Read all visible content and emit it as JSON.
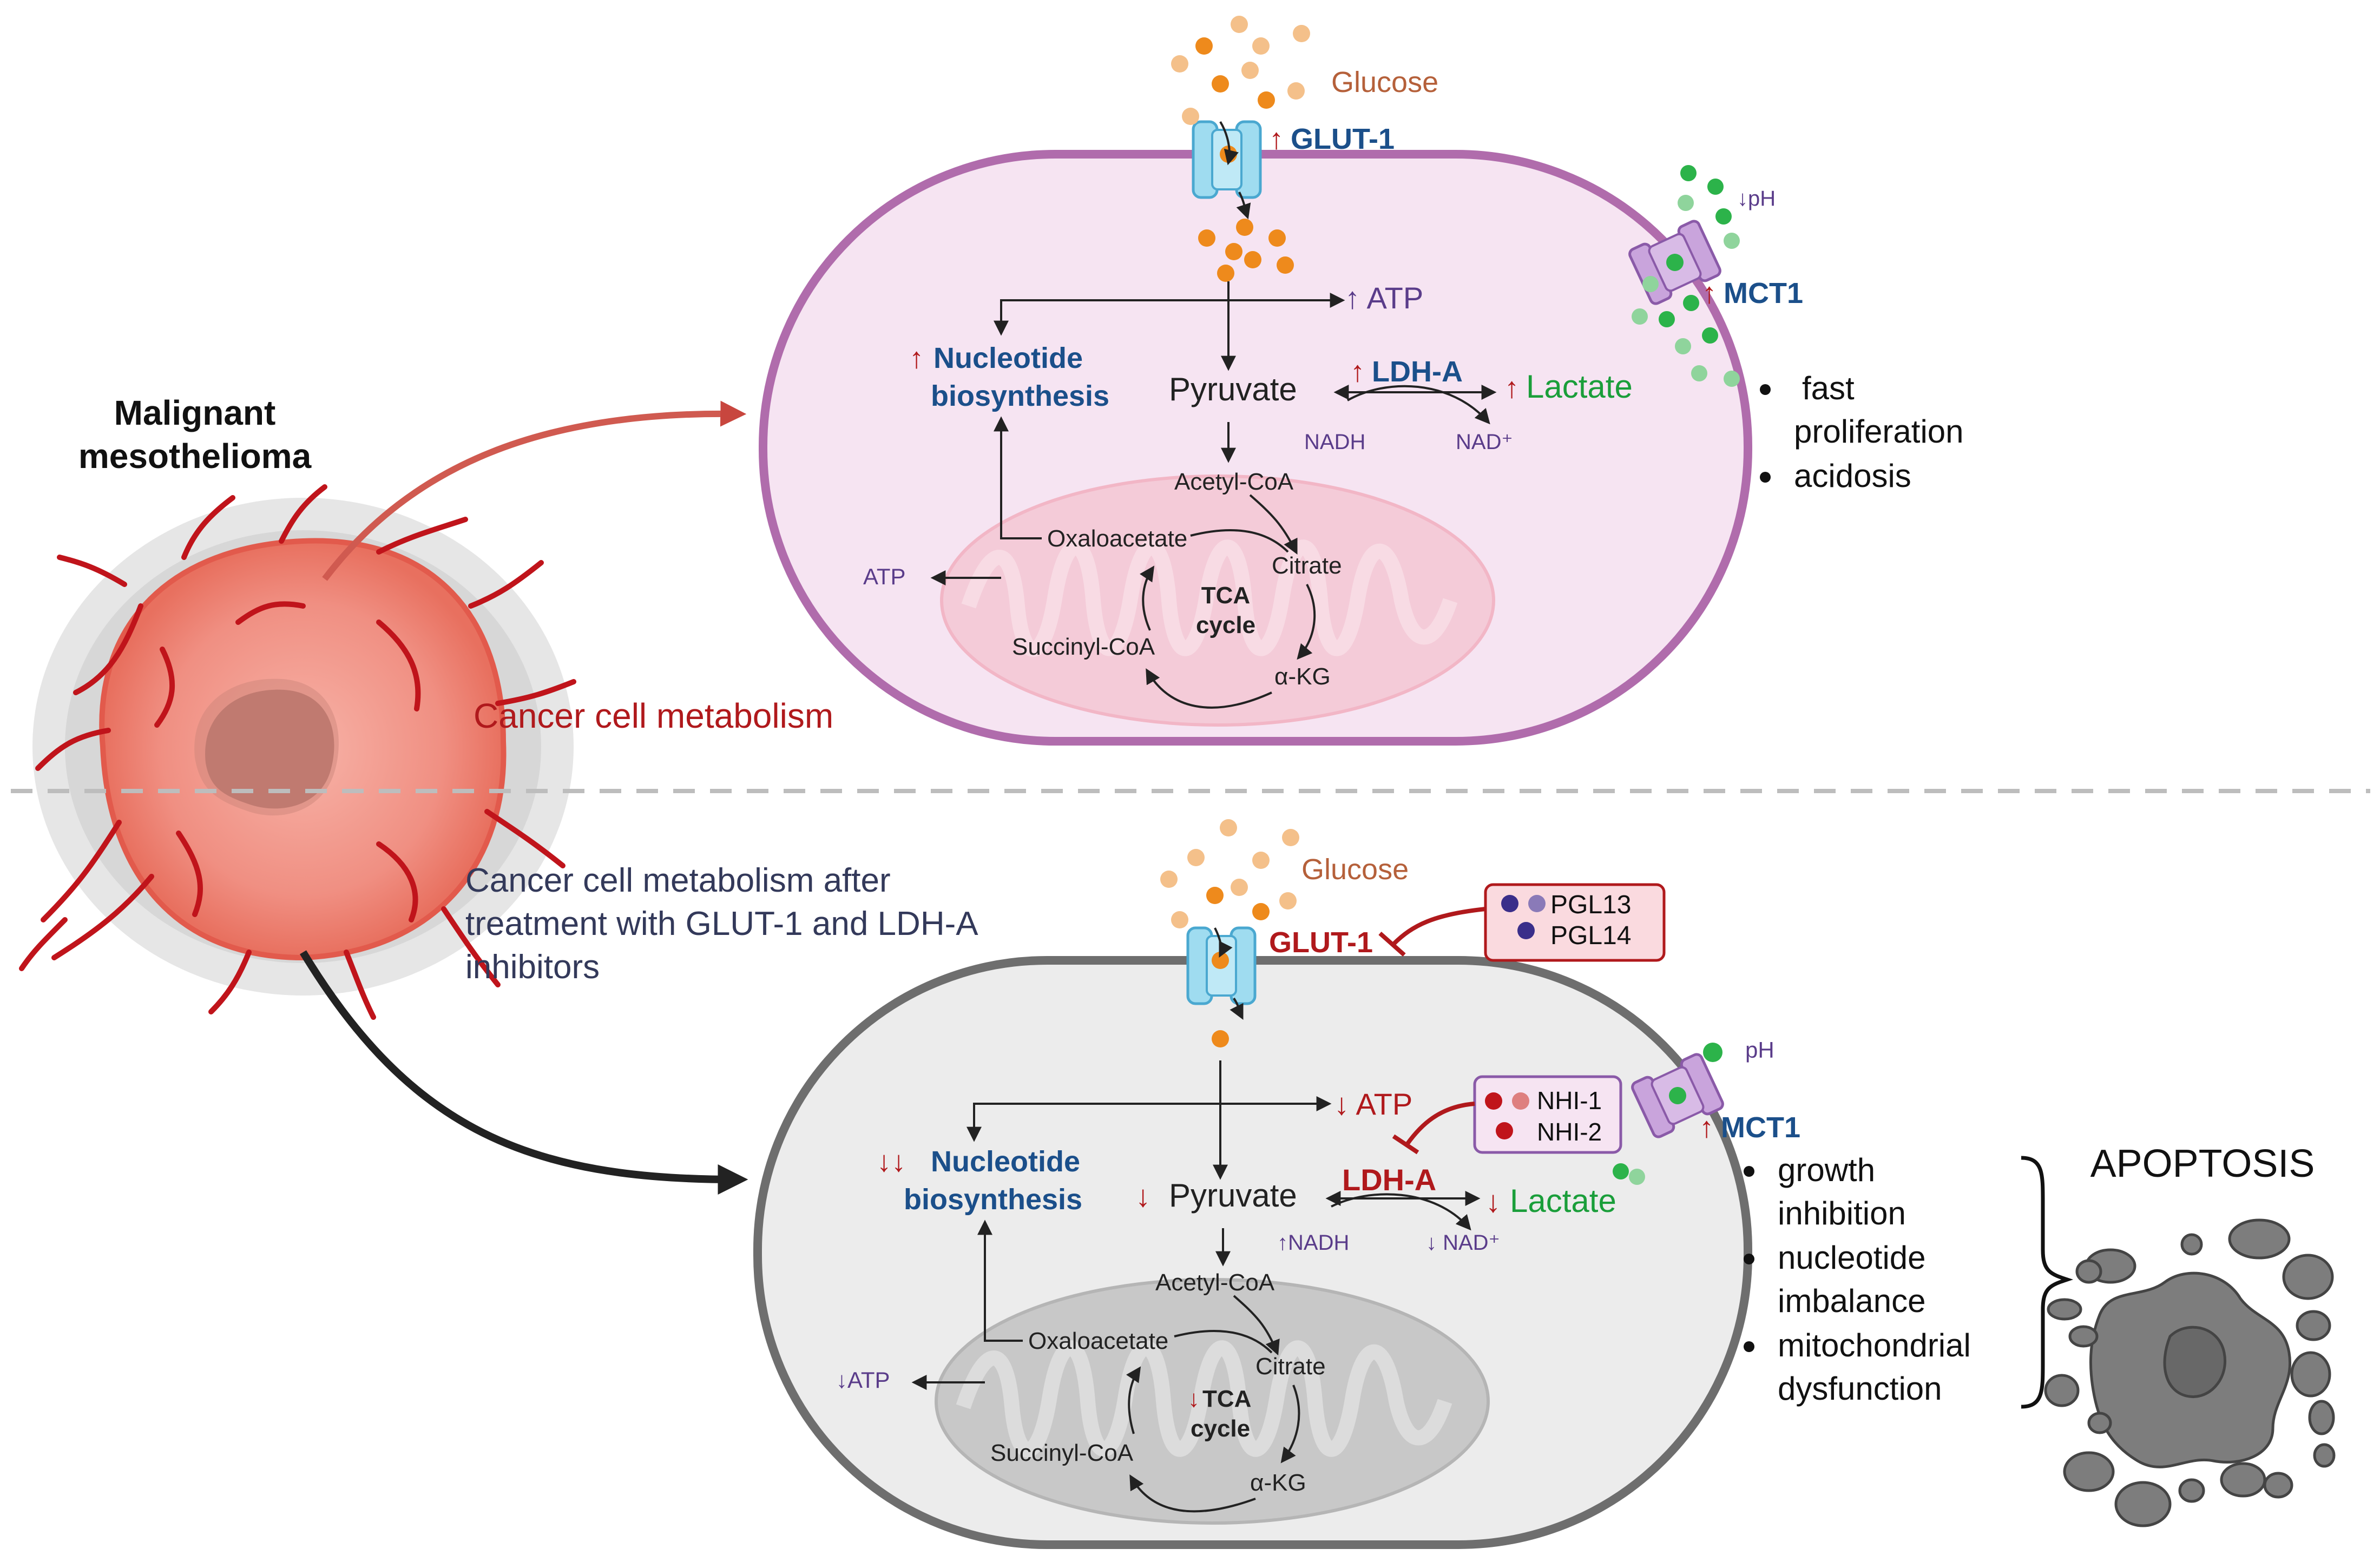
{
  "colors": {
    "red": "#b0191c",
    "blue": "#1b4f8a",
    "green": "#1a9e3a",
    "purple": "#5a3c8a",
    "glucose": "#b5603a",
    "dark": "#222222"
  },
  "left": {
    "title_line1": "Malignant",
    "title_line2": "mesothelioma",
    "upper_caption": "Cancer cell metabolism",
    "lower_caption_line1": "Cancer cell metabolism after",
    "lower_caption_line2": "treatment with GLUT-1 and LDH-A",
    "lower_caption_line3": "inhibitors"
  },
  "top": {
    "glucose": "Glucose",
    "glut1_arrow": "↑",
    "glut1": "GLUT-1",
    "ph": "↓pH",
    "mct1_arrow": "↑",
    "mct1": "MCT1",
    "atp_up": "↑ ATP",
    "nucleotide_arrow": "↑",
    "nucleotide_line1": "Nucleotide",
    "nucleotide_line2": "biosynthesis",
    "pyruvate": "Pyruvate",
    "ldha_arrow": "↑",
    "ldha": "LDH-A",
    "lactate_arrow": "↑",
    "lactate": "Lactate",
    "nadh": "NADH",
    "nad": "NAD⁺",
    "acetyl": "Acetyl-CoA",
    "oxaloacetate": "Oxaloacetate",
    "citrate": "Citrate",
    "atp_left": "ATP",
    "tca_line1": "TCA",
    "tca_line2": "cycle",
    "succinyl": "Succinyl-CoA",
    "akg": "α-KG",
    "bullets": [
      "fast",
      "proliferation",
      "acidosis"
    ]
  },
  "bottom": {
    "glucose": "Glucose",
    "glut1": "GLUT-1",
    "inhibitor1": "PGL13",
    "inhibitor2": "PGL14",
    "ph": "pH",
    "mct1_arrow": "↑",
    "mct1": "MCT1",
    "atp_down": "↓ ATP",
    "nhi1": "NHI-1",
    "nhi2": "NHI-2",
    "nucleotide_arrow": "↓↓",
    "nucleotide_line1": "Nucleotide",
    "nucleotide_line2": "biosynthesis",
    "pyruvate_arrow": "↓",
    "pyruvate": "Pyruvate",
    "ldha": "LDH-A",
    "lactate_arrow": "↓",
    "lactate": "Lactate",
    "nadh": "↑NADH",
    "nad": "↓ NAD⁺",
    "acetyl": "Acetyl-CoA",
    "oxaloacetate": "Oxaloacetate",
    "citrate": "Citrate",
    "atp_left": "↓ATP",
    "tca_arrow": "↓",
    "tca_line1": "TCA",
    "tca_line2": "cycle",
    "succinyl": "Succinyl-CoA",
    "akg": "α-KG",
    "bullets": [
      "growth",
      "inhibition",
      "nucleotide",
      "imbalance",
      "mitochondrial",
      "dysfunction"
    ],
    "apoptosis": "APOPTOSIS"
  }
}
